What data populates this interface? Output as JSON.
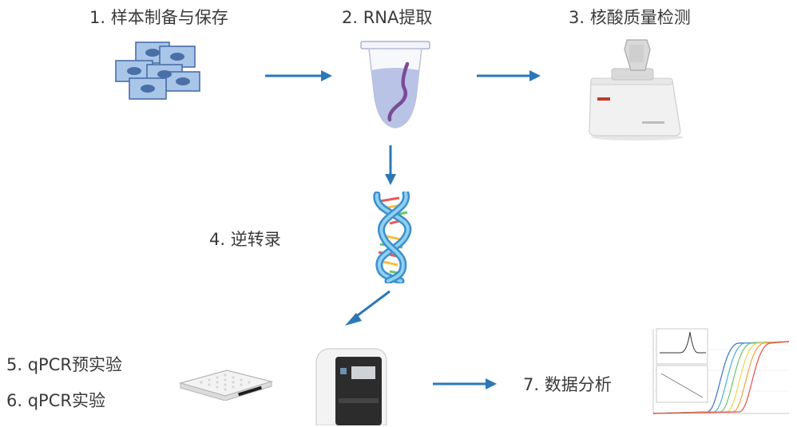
{
  "steps": {
    "s1": "1. 样本制备与保存",
    "s2": "2. RNA提取",
    "s3": "3. 核酸质量检测",
    "s4": "4. 逆转录",
    "s5": "5. qPCR预实验",
    "s6": "6. qPCR实验",
    "s7": "7. 数据分析"
  },
  "colors": {
    "arrow": "#2b78b7",
    "cell_fill": "#a9c6e8",
    "cell_nucleus": "#4a6fa8",
    "tube_liquid": "#b9c3e6",
    "rna_strand": "#7a4c95",
    "dna_backbone": "#64b6e0",
    "amplification_curves": [
      "#e84a4a",
      "#f2a33a",
      "#e8d84a",
      "#6cc36c",
      "#4ab0d9",
      "#3a72c4"
    ]
  },
  "icons": [
    "cells-icon",
    "microtube-icon",
    "spectrophotometer-icon",
    "dna-helix-icon",
    "pcr-plate-icon",
    "qpcr-instrument-icon",
    "amplification-chart-icon"
  ]
}
